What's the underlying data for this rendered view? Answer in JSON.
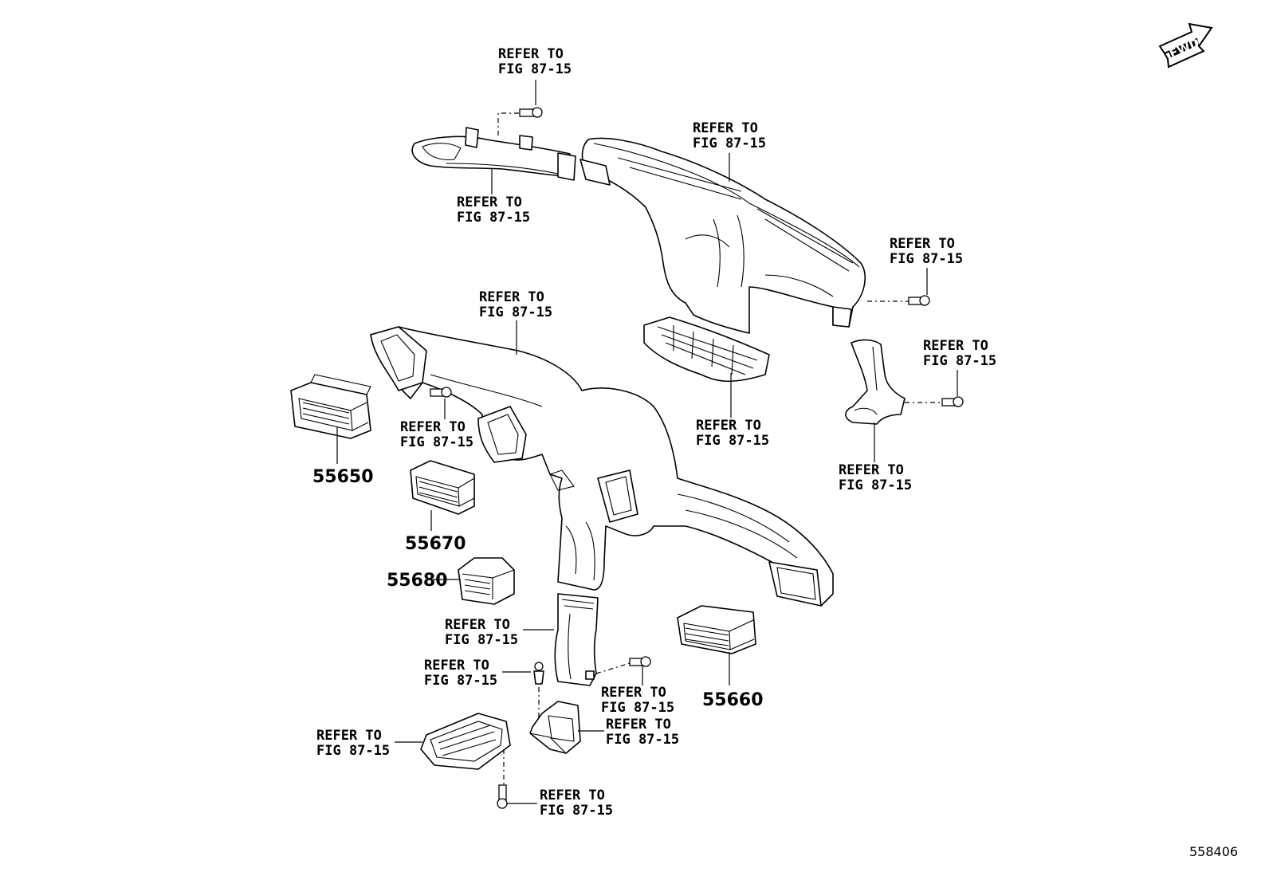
{
  "callout_text": {
    "line1": "REFER TO",
    "line2": "FIG 87-15"
  },
  "part_numbers": [
    "55650",
    "55670",
    "55680",
    "55660"
  ],
  "fwd_label": "FWD",
  "figure_id": "558406"
}
